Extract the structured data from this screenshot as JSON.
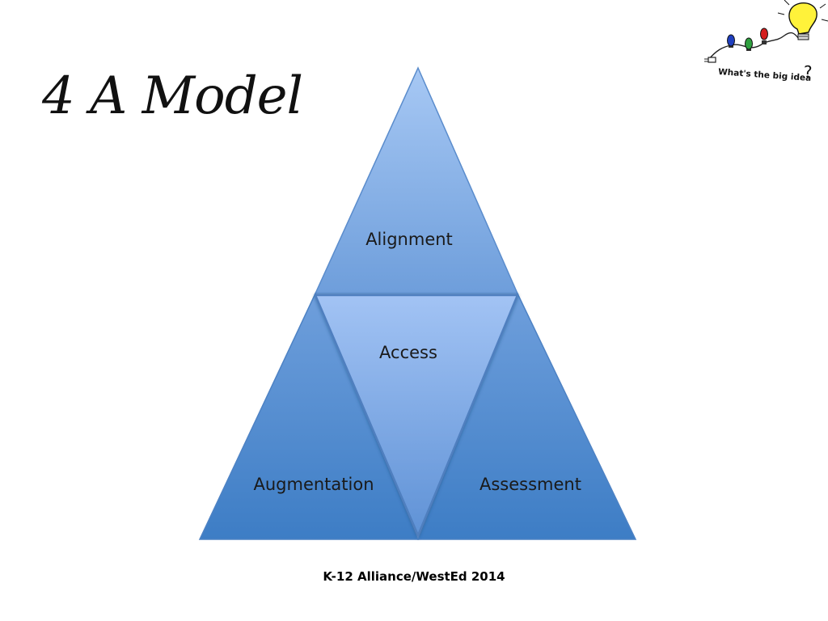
{
  "slide": {
    "title": "4 A Model",
    "footer": "K-12 Alliance/WestEd 2014"
  },
  "logo": {
    "text": "What's the big idea",
    "question_mark": "?",
    "icon": "lightbulb-icon"
  },
  "diagram": {
    "segments": {
      "top": "Alignment",
      "center": "Access",
      "bottom_left": "Augmentation",
      "bottom_right": "Assessment"
    },
    "colors": {
      "light_blue": "#9fc1f2",
      "mid_blue": "#6f9fdc",
      "dark_blue": "#3f7fc6",
      "edge": "#4a7cb8"
    }
  }
}
